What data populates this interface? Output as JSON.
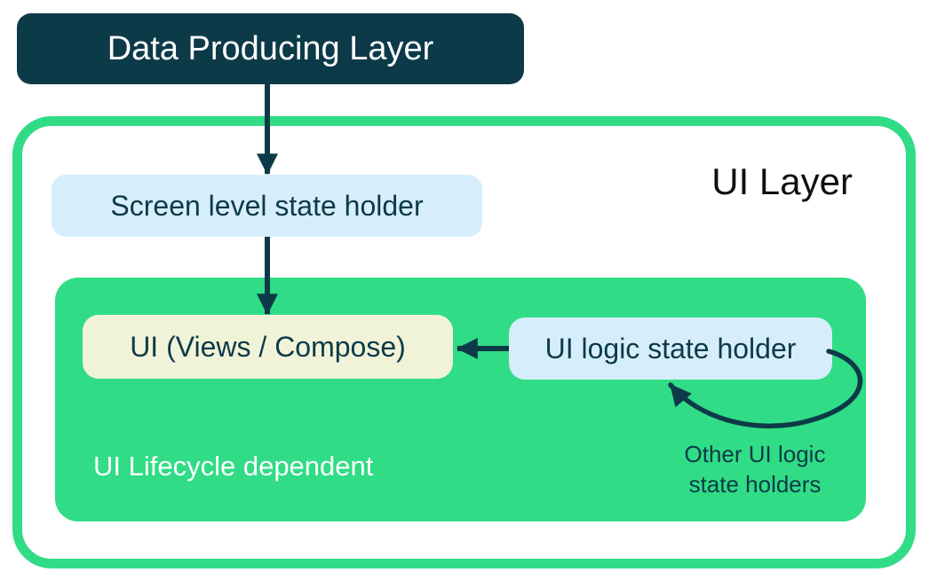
{
  "diagram": {
    "data_producing_layer": {
      "label": "Data Producing Layer"
    },
    "ui_layer": {
      "title": "UI Layer",
      "screen_state_holder": {
        "label": "Screen level state holder"
      },
      "lifecycle_container": {
        "caption": "UI Lifecycle dependent",
        "ui_box": {
          "label": "UI (Views / Compose)"
        },
        "ui_logic_state_holder": {
          "label": "UI logic state holder"
        },
        "other_holders_note": "Other UI logic state holders"
      }
    },
    "arrows": [
      {
        "name": "data-to-screen-arrow",
        "from": "Data Producing Layer",
        "to": "Screen level state holder",
        "direction": "down"
      },
      {
        "name": "screen-to-ui-arrow",
        "from": "Screen level state holder",
        "to": "UI (Views / Compose)",
        "direction": "down"
      },
      {
        "name": "logic-to-ui-arrow",
        "from": "UI logic state holder",
        "to": "UI (Views / Compose)",
        "direction": "left"
      },
      {
        "name": "other-holders-loop-arrow",
        "from": "UI logic state holder",
        "to": "UI logic state holder",
        "direction": "loop"
      }
    ]
  },
  "colors": {
    "navy": "#0d3a48",
    "green": "#30dc85",
    "light_blue": "#d6eefb",
    "cream": "#f1f3d8",
    "white": "#ffffff",
    "title": "#101010"
  }
}
